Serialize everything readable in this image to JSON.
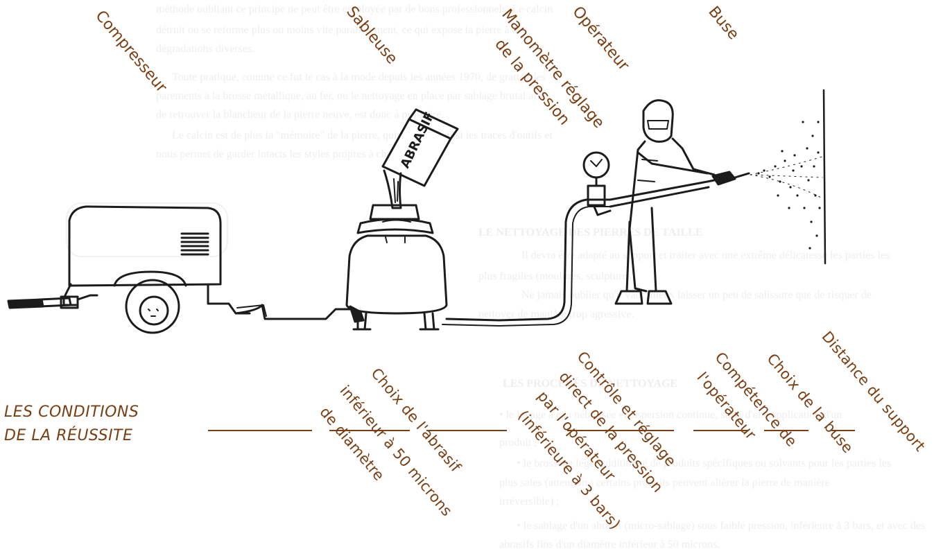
{
  "background_text": [
    {
      "text": "méthode oubliant ce principe ne peut être employée par de bons professionnels. Le calcin",
      "bold": false
    },
    {
      "text": "détruit ou se reforme plus ou moins vite parallèlement, ce qui expose la pierre à des",
      "bold": false
    },
    {
      "text": "dégradations diverses.",
      "bold": false
    },
    {
      "text": "Toute pratique, comme ce fut le cas à la mode depuis les années 1970, de gratter des",
      "bold": false
    },
    {
      "text": "parements à la brosse métallique, au fer, ou le nettoyage en place par sablage brutal afin",
      "bold": false
    },
    {
      "text": "de retrouver la blancheur de la pierre neuve, est donc à proscrire.",
      "bold": false
    },
    {
      "text": "Le calcin est de plus la \"mémoire\" de la pierre, qui conserve ainsi les traces d'outils et",
      "bold": false
    },
    {
      "text": "nous permet de garder intacts les styles propres à chaque époque.",
      "bold": false
    },
    {
      "text": "",
      "bold": false
    },
    {
      "text": "LE NETTOYAGE DES PIERRES DE TAILLE",
      "bold": true
    },
    {
      "text": "Il devra être adapté au support et traiter avec une extrême délicatesse les parties les",
      "bold": false
    },
    {
      "text": "plus fragiles (moulures, sculptures).",
      "bold": false
    },
    {
      "text": "Ne jamais oublier qu'il vaut mieux laisser un peu de salissure que de risquer de",
      "bold": false
    },
    {
      "text": "nettoyer de manière trop agressive.",
      "bold": false
    },
    {
      "text": "",
      "bold": false
    },
    {
      "text": "LES PROCÉDÉS DE NETTOYAGE",
      "bold": true
    },
    {
      "text": "• le lavage à eau nébulisée en aspersion continue, suivi d'une application d'un",
      "bold": false
    },
    {
      "text": "produit ;",
      "bold": false
    },
    {
      "text": "• le brossage léger additionné de produits spécifiques ou solvants pour les parties les",
      "bold": false
    },
    {
      "text": "plus sales (attention : certains produits peuvent altérer la pierre de manière",
      "bold": false
    },
    {
      "text": "irréversible) ;",
      "bold": false
    },
    {
      "text": "• le sablage d'un abrasif (micro-sablage) sous faible pression, inférieure à 3 bars, et avec des",
      "bold": false
    },
    {
      "text": "abrasifs fins d'un diamètre inférieur à 50 microns.",
      "bold": false
    }
  ],
  "diagram": {
    "abrasive_bag_text": "ABRASIF",
    "labels": {
      "compresseur": "Compresseur",
      "sableuse": "Sableuse",
      "manometre_1": "Manomètre réglage",
      "manometre_2": "de la pression",
      "operateur": "Opérateur",
      "buse": "Buse"
    }
  },
  "conditions": {
    "title_line1": "LES CONDITIONS",
    "title_line2": "DE LA RÉUSSITE",
    "items": [
      {
        "lines": [
          "Choix de l'abrasif",
          "inférieur à 50 microns",
          "de diamètre"
        ]
      },
      {
        "lines": [
          "Contrôle et réglage",
          "direct de la pression",
          "par l'opérateur",
          "(inférieure à 3 bars)"
        ]
      },
      {
        "lines": [
          "Compétence de",
          "l'opérateur"
        ]
      },
      {
        "lines": [
          "Choix de la buse"
        ]
      },
      {
        "lines": [
          "Distance du support"
        ]
      }
    ]
  },
  "colors": {
    "ink": "#7a3e12",
    "drawing": "#1c1c1c",
    "faint_text": "#eeeeee"
  }
}
